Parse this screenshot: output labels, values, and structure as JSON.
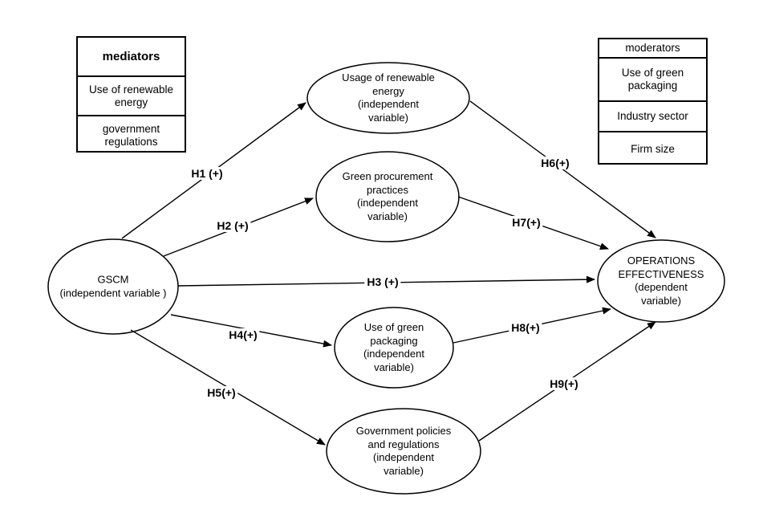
{
  "diagram": {
    "colors": {
      "stroke": "#000000",
      "background": "#ffffff",
      "text": "#000000"
    },
    "mediators_box": {
      "title": "mediators",
      "items": [
        "Use of renewable energy",
        "government regulations"
      ]
    },
    "moderators_box": {
      "title": "moderators",
      "items": [
        "Use of green packaging",
        "Industry sector",
        "Firm size"
      ]
    },
    "nodes": {
      "usage_renewable": {
        "lines": [
          "Usage of renewable",
          "energy",
          "(independent",
          "variable)"
        ]
      },
      "green_procurement": {
        "lines": [
          "Green procurement",
          "practices",
          "(independent",
          "variable)"
        ]
      },
      "gscm": {
        "lines": [
          "GSCM",
          "(independent variable )"
        ]
      },
      "green_packaging": {
        "lines": [
          "Use of green",
          "packaging",
          "(independent",
          "variable)"
        ]
      },
      "gov_policies": {
        "lines": [
          "Government policies",
          "and regulations",
          "(independent",
          "variable)"
        ]
      },
      "operations": {
        "lines": [
          "OPERATIONS",
          "EFFECTIVENESS",
          "(dependent",
          "variable)"
        ]
      }
    },
    "hypotheses": {
      "h1": "H1 (+)",
      "h2": "H2 (+)",
      "h3": "H3 (+)",
      "h4": "H4(+)",
      "h5": "H5(+)",
      "h6": "H6(+)",
      "h7": "H7(+)",
      "h8": "H8(+)",
      "h9": "H9(+)"
    }
  }
}
